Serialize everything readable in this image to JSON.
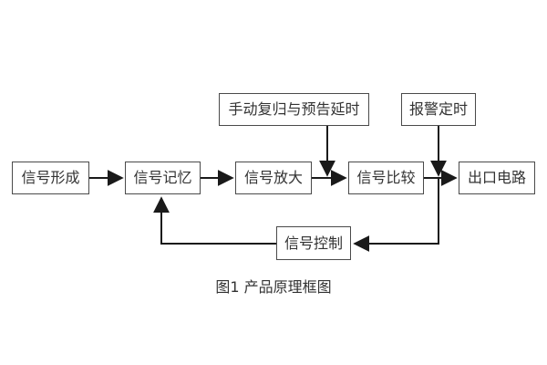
{
  "diagram": {
    "caption": "图1 产品原理框图",
    "nodes": {
      "signal_formation": "信号形成",
      "signal_memory": "信号记忆",
      "signal_amplification": "信号放大",
      "signal_comparison": "信号比较",
      "output_circuit": "出口电路",
      "manual_reset_delay": "手动复归与预告延时",
      "alarm_timing": "报警定时",
      "signal_control": "信号控制"
    },
    "colors": {
      "box_border": "#4a4a4a",
      "text": "#333333",
      "line": "#1a1a1a",
      "background": "#ffffff"
    }
  }
}
